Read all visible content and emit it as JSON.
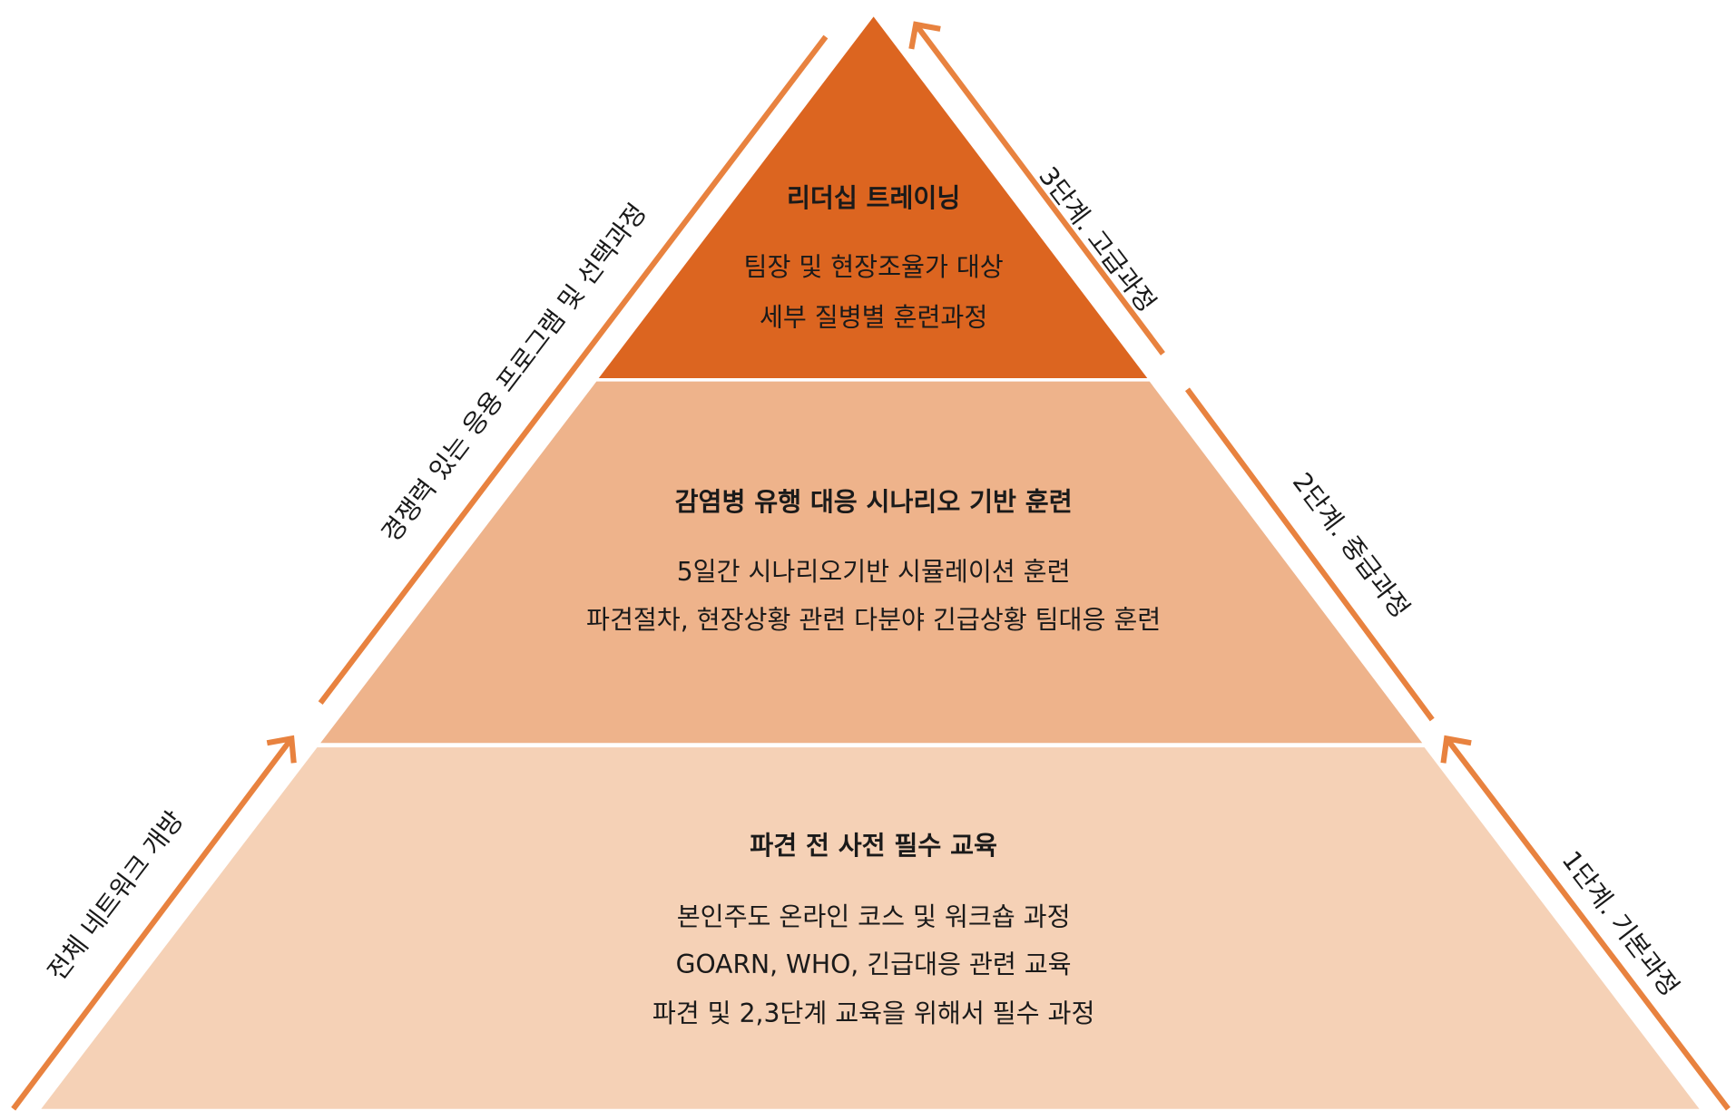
{
  "colors": {
    "top": "#DC6520",
    "middle": "#EEB38B",
    "bottom": "#F5D1B6",
    "arrow": "#E8823F",
    "text": "#1a1a1a"
  },
  "tiers": [
    {
      "title": "리더십 트레이닝",
      "lines": [
        "팀장 및 현장조율가 대상",
        "세부 질병별 훈련과정"
      ]
    },
    {
      "title": "감염병 유행 대응 시나리오 기반 훈련",
      "lines": [
        "5일간 시나리오기반 시뮬레이션 훈련",
        "파견절차, 현장상황 관련 다분야 긴급상황 팀대응 훈련"
      ]
    },
    {
      "title": "파견 전 사전 필수 교육",
      "lines": [
        "본인주도 온라인 코스 및 워크숍 과정",
        "GOARN, WHO, 긴급대응 관련 교육",
        "파견 및 2,3단계 교육을 위해서 필수 과정"
      ]
    }
  ],
  "left_labels": {
    "upper": "경쟁력 있는 응용 프로그램 및 선택과정",
    "lower": "전체 네트워크 개방"
  },
  "right_labels": {
    "stage3": "3단계. 고급과정",
    "stage2": "2단계. 중급과정",
    "stage1": "1단계. 기본과정"
  }
}
